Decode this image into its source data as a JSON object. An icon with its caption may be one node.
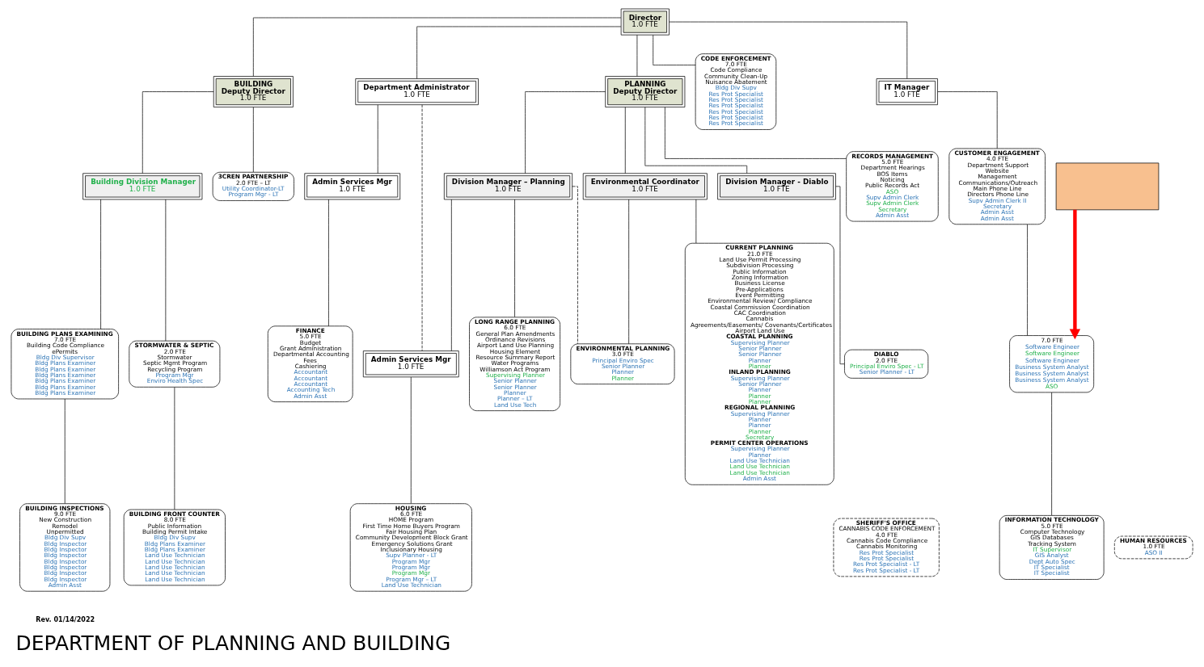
{
  "diagram": {
    "title": "DEPARTMENT OF PLANNING AND BUILDING",
    "nodes": [
      {
        "text": [
          "Director",
          "1.0 FTE"
        ]
      },
      {
        "text": [
          "BUILDING",
          "Deputy Director",
          "1.0 FTE"
        ]
      },
      {
        "text": [
          "PLANNING",
          "Deputy Director",
          "1.0 FTE"
        ]
      },
      {
        "text": [
          "Building Division Manager",
          "1.0 FTE"
        ]
      },
      {
        "text": [
          "3CREN PARTNERSHIP",
          "2.0 FTE – LT",
          "Utility Coordinator-LT",
          "Program Mgr - LT"
        ]
      },
      {
        "text": [
          "CODE ENFORCEMENT",
          "7.0 FTE",
          "Code Compliance",
          "Community Clean-Up",
          "Nuisance Abatement",
          "Bldg Div Supv",
          "Res Prot Specialist",
          "Res Prot Specialist",
          "Res Prot Specialist",
          "Res Prot Specialist",
          "Res Prot Specialist",
          "Res Prot Specialist"
        ]
      },
      {
        "text": [
          "IT Manager",
          "1.0 FTE"
        ]
      },
      {
        "text": [
          "Department Administrator",
          "1.0 FTE"
        ]
      },
      {
        "text": [
          "Division Manager – Planning",
          "1.0 FTE"
        ]
      },
      {
        "text": [
          "Environmental Coordinator",
          "1.0 FTE"
        ]
      },
      {
        "text": [
          "Division Manager - Diablo",
          "1.0 FTE"
        ]
      },
      {
        "text": [
          "RECORDS MANAGEMENT",
          "5.0 FTE",
          "Department Hearings",
          "BOS Items",
          "Noticing",
          "Public Records Act",
          "ASO",
          "Supv Admin Clerk",
          "Supv Admin Clerk",
          "Secretary",
          "Admin Asst"
        ]
      },
      {
        "text": [
          "BUILDING PLANS EXAMINING",
          "7.0 FTE",
          "Building Code Compliance",
          "ePermits",
          "Bldg Div Supervisor",
          "Bldg Plans Examiner",
          "Bldg Plans Examiner",
          "Bldg Plans Examiner",
          "Bldg Plans Examiner",
          "Bldg Plans Examiner",
          "Bldg Plans Examiner"
        ]
      },
      {
        "text": [
          "STORMWATER & SEPTIC",
          "2.0 FTE",
          "Stormwater",
          "Septic Mgmt Program",
          "Recycling Program",
          "Program Mgr",
          "Enviro Health Spec"
        ]
      },
      {
        "text": [
          "CUSTOMER ENGAGEMENT",
          "4.0 FTE",
          "Department Support",
          "Website",
          "Management",
          "Communications/Outreach",
          "Main Phone Line",
          "Directors Phone Line",
          "Supv Admin Clerk II",
          "Secretary",
          "Admin Asst",
          "Admin Asst"
        ]
      },
      {
        "text": [
          "Admin Services Mgr",
          "1.0 FTE"
        ]
      },
      {
        "text": [
          "Admin Services Mgr",
          "1.0 FTE"
        ]
      },
      {
        "text": [
          "ENVIRONMENTAL PLANNING",
          "3.0 FTE",
          "Principal Enviro Spec",
          "Senior Planner",
          "Planner",
          "Planner"
        ]
      },
      {
        "text": [
          "CURRENT PLANNING",
          "21.0 FTE",
          "Land Use Permit Processing",
          "Subdivision Processing",
          "Public Information",
          "Zoning Information",
          "Business License",
          "Pre-Applications",
          "Event Permitting",
          "Environmental Review/ Compliance",
          "Coastal Commission Coordination",
          "CAC Coordination",
          "Cannabis",
          "Agreements/Easements/ Covenants/Certificates",
          "Airport Land Use",
          "COASTAL PLANNING",
          "Supervising Planner",
          "Senior Planner",
          "Senior Planner",
          "Planner",
          "Planner",
          "INLAND PLANNING",
          "Supervising Planner",
          "Senior Planner",
          "Planner",
          "Planner",
          "Planner",
          "REGIONAL PLANNING",
          "Supervising Planner",
          "Planner",
          "Planner",
          "Planner",
          "Secretary",
          "PERMIT CENTER OPERATIONS",
          "Supervising Planner",
          "Planner",
          "Land Use Technician",
          "Land Use Technician",
          "Land Use Technician",
          "Admin Asst"
        ]
      },
      {
        "text": [
          "DIABLO",
          "2.0 FTE",
          "Principal Enviro Spec - LT",
          "Senior Planner - LT"
        ]
      },
      {
        "text": [
          "BUILDING INSPECTIONS",
          "9.0 FTE",
          "New Construction",
          "Remodel",
          "Unpermitted",
          "Bldg Div Supv",
          "Bldg Inspector",
          "Bldg Inspector",
          "Bldg Inspector",
          "Bldg Inspector",
          "Bldg Inspector",
          "Bldg Inspector",
          "Bldg Inspector",
          "Admin Asst"
        ]
      },
      {
        "text": [
          "BUILDING FRONT COUNTER",
          "8.0 FTE",
          "Public Information",
          "Building Permit Intake",
          "Bldg Div Supv",
          "Bldg Plans Examiner",
          "Bldg Plans Examiner",
          "Land Use Technician",
          "Land Use Technician",
          "Land Use Technician",
          "Land Use Technician",
          "Land Use Technician"
        ]
      },
      {
        "text": [
          "7.0 FTE",
          "Software Engineer",
          "Software Engineer",
          "Software Engineer",
          "Business System Analyst",
          "Business System Analyst",
          "Business System Analyst",
          "ASO"
        ]
      },
      {
        "text": [
          "FINANCE",
          "5.0 FTE",
          "Budget",
          "Grant Administration",
          "Departmental Accounting",
          "Fees",
          "Cashiering",
          "Accountant",
          "Accountant",
          "Accountant",
          "Accounting Tech",
          "Admin Asst"
        ]
      },
      {
        "text": [
          "HOUSING",
          "6.0 FTE",
          "HOME Program",
          "First Time Home Buyers Program",
          "Fair Housing Plan",
          "Community Development Block Grant",
          "Emergency Solutions Grant",
          "Inclusionary Housing",
          "Supv Planner - LT",
          "Program Mgr",
          "Program Mgr",
          "Program Mgr",
          "Program Mgr – LT",
          "Land Use Technician"
        ]
      },
      {
        "text": [
          "LONG RANGE PLANNING",
          "6.0 FTE",
          "General Plan Amendments",
          "Ordinance Revisions",
          "Airport Land Use Planning",
          "Housing Element",
          "Resource Summary Report",
          "Water Programs",
          "Williamson Act Program",
          "Supervising Planner",
          "Senior Planner",
          "Senior Planner",
          "Planner",
          "Planner – LT",
          "Land Use Tech"
        ]
      },
      {
        "text": [
          "SHERIFF'S OFFICE",
          "CANNABIS CODE ENFORCEMENT",
          "4.0 FTE",
          "Cannabis Code Compliance",
          "Cannabis Monitoring",
          "Res Prot Specialist",
          "Res Prot Specialist",
          "Res Prot Specialist - LT",
          "Res Prot Specialist - LT"
        ]
      },
      {
        "text": [
          "HUMAN RESOURCES",
          "1.0 FTE",
          "ASO II"
        ]
      },
      {
        "text": [
          "INFORMATION TECHNOLOGY",
          "5.0 FTE",
          "Computer Technology",
          "GIS Databases",
          "Tracking System",
          "IT Supervisor",
          "GIS Analyst",
          "Dept Auto Spec",
          "IT Specialist",
          "IT Specialist"
        ]
      },
      {
        "text": [],
        "shape": "box"
      }
    ],
    "edges": [
      {
        "from": 0,
        "to": 1,
        "arrow": "none"
      },
      {
        "from": 0,
        "to": 2,
        "arrow": "none"
      },
      {
        "from": 0,
        "to": 6,
        "arrow": "none"
      },
      {
        "from": 0,
        "to": 7,
        "arrow": "none"
      },
      {
        "from": 0,
        "to": 5,
        "arrow": "none"
      },
      {
        "from": 1,
        "to": 3,
        "arrow": "none"
      },
      {
        "from": 1,
        "to": 4,
        "arrow": "none"
      },
      {
        "from": 3,
        "to": 12,
        "arrow": "none"
      },
      {
        "from": 3,
        "to": 13,
        "arrow": "none"
      },
      {
        "from": 12,
        "to": 20,
        "arrow": "none"
      },
      {
        "from": 13,
        "to": 21,
        "arrow": "none"
      },
      {
        "from": 6,
        "to": 14,
        "arrow": "none"
      },
      {
        "from": 14,
        "to": 22,
        "arrow": "none"
      },
      {
        "from": 22,
        "to": 28,
        "arrow": "none"
      },
      {
        "from": 7,
        "to": 15,
        "arrow": "none"
      },
      {
        "from": 7,
        "to": 16,
        "arrow": "none",
        "style": "dashed"
      },
      {
        "from": 15,
        "to": 23,
        "arrow": "none"
      },
      {
        "from": 16,
        "to": 24,
        "arrow": "none"
      },
      {
        "from": 8,
        "to": 16,
        "arrow": "none"
      },
      {
        "from": 2,
        "to": 8,
        "arrow": "none"
      },
      {
        "from": 2,
        "to": 9,
        "arrow": "none"
      },
      {
        "from": 2,
        "to": 10,
        "arrow": "none"
      },
      {
        "from": 2,
        "to": 11,
        "arrow": "none"
      },
      {
        "from": 8,
        "to": 25,
        "arrow": "none"
      },
      {
        "from": 8,
        "to": 17,
        "arrow": "none",
        "style": "dashed"
      },
      {
        "from": 9,
        "to": 17,
        "arrow": "none"
      },
      {
        "from": 9,
        "to": 18,
        "arrow": "none"
      },
      {
        "from": 10,
        "to": 19,
        "arrow": "none"
      },
      {
        "from": 29,
        "to": 22,
        "arrow": "to",
        "style": "thick",
        "color": "#ff0000"
      }
    ],
    "labels": [
      "Rev. 01/14/2022"
    ]
  }
}
